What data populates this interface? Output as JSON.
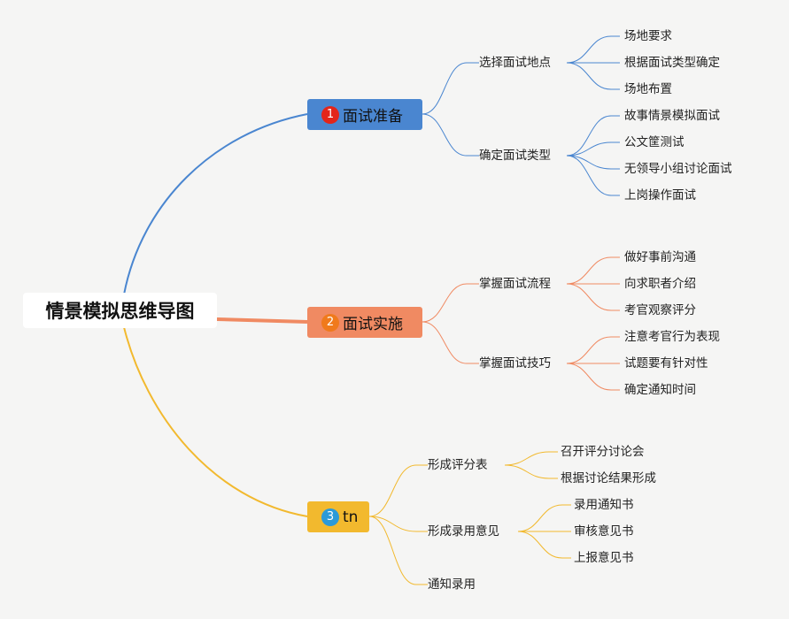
{
  "root": {
    "title": "情景模拟思维导图"
  },
  "colors": {
    "branch1": "#4a86d0",
    "branch2": "#f08a62",
    "branch3": "#f2b92e",
    "num1": "#e3251a",
    "num2": "#f07a1c",
    "num3": "#2c9ad8"
  },
  "branches": [
    {
      "num": "1",
      "label": "面试准备",
      "subs": [
        {
          "label": "选择面试地点",
          "leaves": [
            "场地要求",
            "根据面试类型确定",
            "场地布置"
          ]
        },
        {
          "label": "确定面试类型",
          "leaves": [
            "故事情景模拟面试",
            "公文筐测试",
            "无领导小组讨论面试",
            "上岗操作面试"
          ]
        }
      ]
    },
    {
      "num": "2",
      "label": "面试实施",
      "subs": [
        {
          "label": "掌握面试流程",
          "leaves": [
            "做好事前沟通",
            "向求职者介绍",
            "考官观察评分"
          ]
        },
        {
          "label": "掌握面试技巧",
          "leaves": [
            "注意考官行为表现",
            "试题要有针对性",
            "确定通知时间"
          ]
        }
      ]
    },
    {
      "num": "3",
      "label": "tn",
      "subs": [
        {
          "label": "形成评分表",
          "leaves": [
            "召开评分讨论会",
            "根据讨论结果形成"
          ]
        },
        {
          "label": "形成录用意见",
          "leaves": [
            "录用通知书",
            "审核意见书",
            "上报意见书"
          ]
        },
        {
          "label": "通知录用",
          "leaves": []
        }
      ]
    }
  ]
}
